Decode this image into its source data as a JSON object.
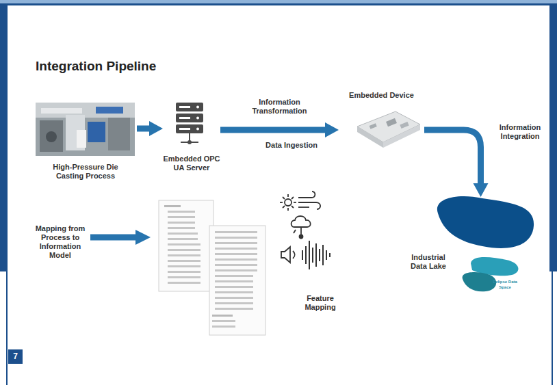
{
  "diagram": {
    "title": "Integration Pipeline",
    "nodes": [
      {
        "text": [
          "High-Pressure Die Casting Process"
        ]
      },
      {
        "text": [
          "Embedded OPC UA Server"
        ]
      },
      {
        "text": [
          "Embedded Device"
        ]
      },
      {
        "text": [
          "Industrial Data Lake"
        ]
      }
    ],
    "edges": [
      {
        "from": 0,
        "to": 1,
        "arrow": "to"
      },
      {
        "from": 1,
        "to": 2,
        "label": "Information Transformation",
        "arrow": "to"
      },
      {
        "from": 2,
        "to": 3,
        "label": "Information Integration",
        "arrow": "to"
      }
    ],
    "labels": [
      "Data Ingestion",
      "Mapping from Process to Information Model",
      "Feature Mapping",
      "Eclipse Data Space",
      "7"
    ]
  }
}
